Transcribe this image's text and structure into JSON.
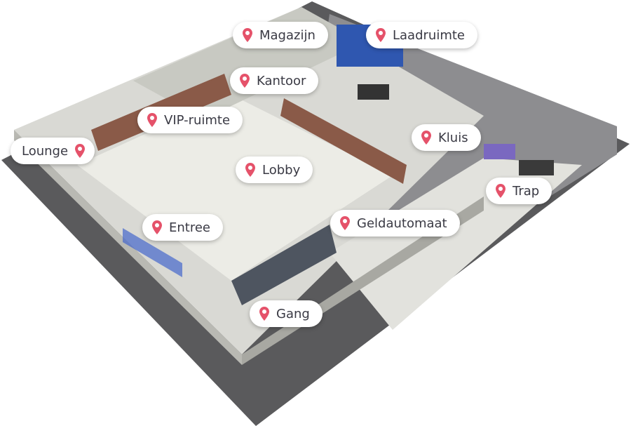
{
  "accent_color": "#e5526a",
  "locations": [
    {
      "id": "magazijn",
      "label": "Magazijn"
    },
    {
      "id": "laadruimte",
      "label": "Laadruimte"
    },
    {
      "id": "kantoor",
      "label": "Kantoor"
    },
    {
      "id": "vip-ruimte",
      "label": "VIP-ruimte"
    },
    {
      "id": "lounge",
      "label": "Lounge"
    },
    {
      "id": "kluis",
      "label": "Kluis"
    },
    {
      "id": "lobby",
      "label": "Lobby"
    },
    {
      "id": "trap",
      "label": "Trap"
    },
    {
      "id": "geldautomaat",
      "label": "Geldautomaat"
    },
    {
      "id": "entree",
      "label": "Entree"
    },
    {
      "id": "gang",
      "label": "Gang"
    }
  ]
}
